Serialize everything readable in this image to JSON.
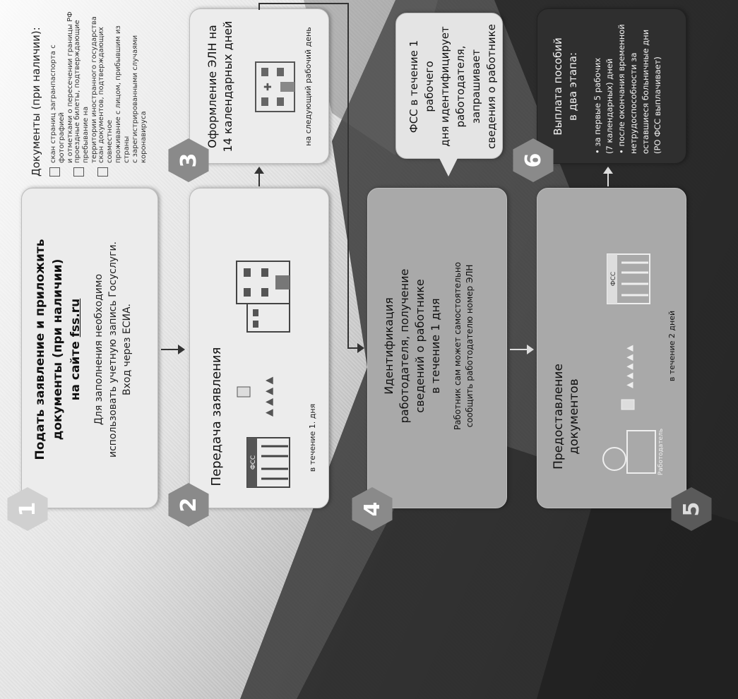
{
  "steps": [
    {
      "num": "1",
      "lines": [
        "Подать заявление и приложить",
        "документы (при наличии)",
        "на сайте "
      ],
      "link": "fss.ru",
      "sub": [
        "Для заполнения необходимо",
        "использовать учетную запись Госуслуги.",
        "Вход через ЕСИА."
      ]
    },
    {
      "num": "2",
      "title": "Передача заявления",
      "timing": "в течение 1. дня",
      "bank_label": "ФСС"
    },
    {
      "num": "3",
      "title": [
        "Оформление ЭЛН на",
        "14 календарных дней"
      ],
      "timing": "на следующий рабочий день"
    },
    {
      "num": "4",
      "title": [
        "Идентификация",
        "работодателя, получение",
        "сведений о работнике",
        "в течение 1 дня"
      ],
      "note": [
        "Работник сам может самостоятельно",
        "сообщить работодателю номер ЭЛН"
      ]
    },
    {
      "num": "5",
      "title": [
        "Предоставление",
        "документов"
      ],
      "timing": "в течение 2 дней",
      "employer_label": "Работодатель",
      "fss_label": "ФСС"
    },
    {
      "num": "6",
      "title": [
        "Выплата пособий",
        "в два этапа:"
      ],
      "bullets": [
        "• за первые 5 рабочих",
        "(7 календарных) дней",
        "• после окончания временной",
        "нетрудоспособности за",
        "оставшиеся больничные дни",
        "(РО ФСС выплачивает)"
      ]
    }
  ],
  "documents": {
    "heading": "Документы (при наличии):",
    "items": [
      [
        "скан страниц загранпаспорта с фотографией",
        "и отметками о пересечении границы РФ"
      ],
      [
        "проездные билеты, подтверждающие пребывание на",
        "территории иностранного государства"
      ],
      [
        "скан документов, подтверждающих совместное",
        "проживание с лицом, прибывшим из страны",
        "с зарегистрированными случаями коронавируса"
      ]
    ]
  },
  "callout": [
    "ФСС в течение 1 рабочего",
    "дня идентифицирует",
    "работодателя, запрашивает",
    "сведения о работнике"
  ]
}
